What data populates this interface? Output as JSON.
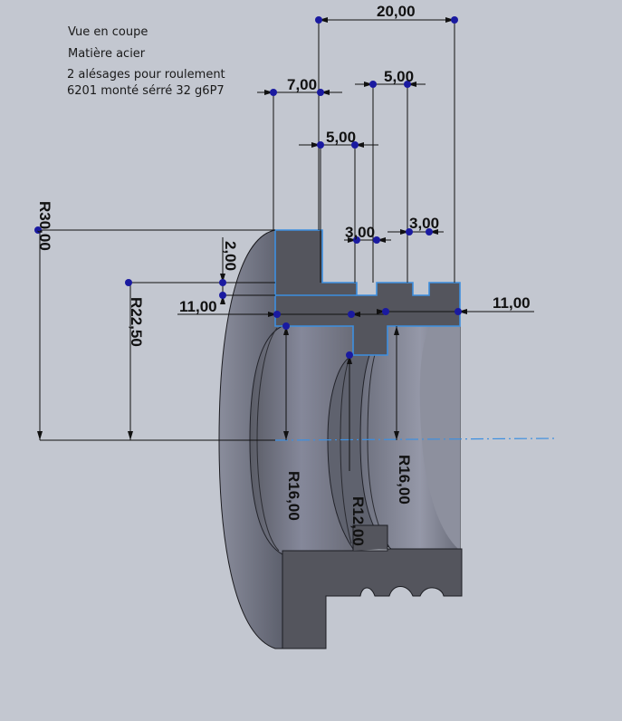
{
  "notes": {
    "line1": "Vue en coupe",
    "line2": "Matière acier",
    "line3": "2 alésages  pour roulement",
    "line4": "6201 monté sérré 32 g6P7"
  },
  "dimensions": {
    "d_20": "20,00",
    "d_7": "7,00",
    "d_5_top": "5,00",
    "d_5_mid": "5,00",
    "d_3_left": "3,00",
    "d_3_right": "3,00",
    "d_2": "2,00",
    "d_11_left": "11,00",
    "d_11_right": "11,00",
    "r_30": "R30,00",
    "r_22_5": "R22,50",
    "r_16_left": "R16,00",
    "r_16_right": "R16,00",
    "r_12": "R12,00"
  },
  "colors": {
    "background": "#c3c7d0",
    "part_face": "#56575f",
    "part_outer": "#6e7180",
    "sketch_blue": "#3d8fe0",
    "point_navy": "#1a1aa0"
  }
}
